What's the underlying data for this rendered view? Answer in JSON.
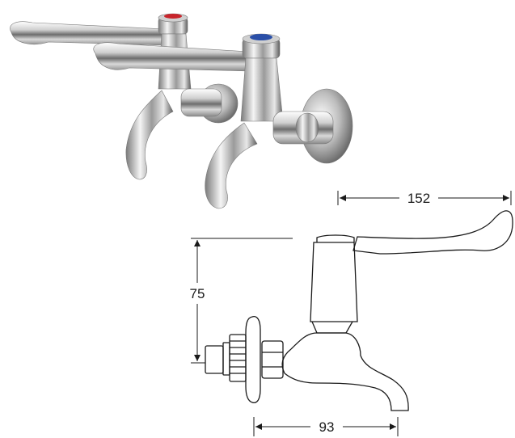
{
  "product": {
    "photo_desc_icon": "chrome-lever-bib-taps-pair",
    "hot_cap_color": "#c8242b",
    "cold_cap_color": "#2a4fa8"
  },
  "dimensions": {
    "lever_length": "152",
    "height": "75",
    "projection": "93"
  },
  "colors": {
    "line": "#1a1a1a",
    "chrome_light": "#f4f4f4",
    "chrome_dark": "#5a5a5a"
  }
}
